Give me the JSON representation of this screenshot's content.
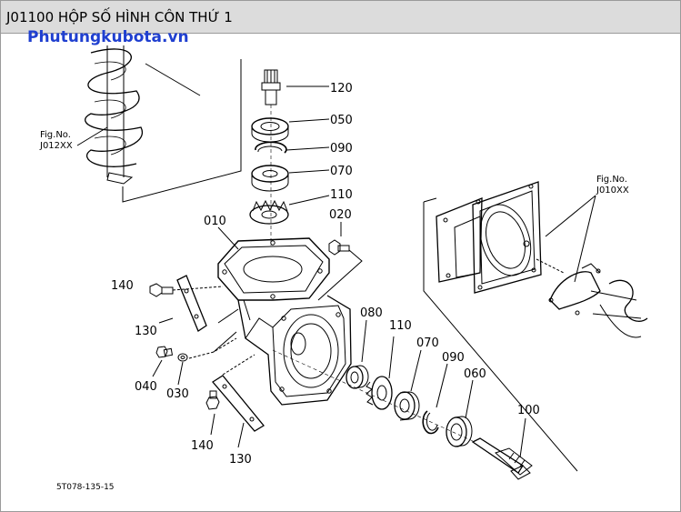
{
  "header": {
    "title": "J01100 HỘP SỐ HÌNH CÔN THỨ 1"
  },
  "watermark": {
    "text": "Phutungkubota.vn"
  },
  "refs": [
    {
      "id": "ref-j012",
      "line1": "Fig.No.",
      "line2": "J012XX"
    },
    {
      "id": "ref-j010",
      "line1": "Fig.No.",
      "line2": "J010XX"
    }
  ],
  "parts": {
    "p120": "120",
    "p050": "050",
    "p090a": "090",
    "p070a": "070",
    "p110a": "110",
    "p020": "020",
    "p010": "010",
    "p140a": "140",
    "p130a": "130",
    "p080": "080",
    "p110b": "110",
    "p070b": "070",
    "p090b": "090",
    "p060": "060",
    "p040": "040",
    "p030": "030",
    "p100": "100",
    "p140b": "140",
    "p130b": "130"
  },
  "diagram_code": "5T078-135-15",
  "colors": {
    "header_bg": "#dcdcdc",
    "watermark": "#1f3fd0",
    "line": "#000000"
  }
}
